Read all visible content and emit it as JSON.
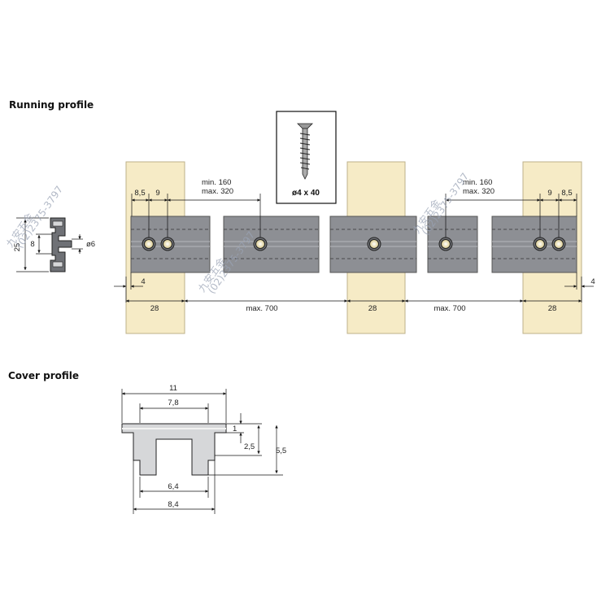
{
  "headings": {
    "running_profile": "Running profile",
    "cover_profile": "Cover profile"
  },
  "screw": {
    "label": "ø4 x 40"
  },
  "running_dims": {
    "spacing_left": "8,5",
    "spacing_left_2": "9",
    "min_left": "min. 160",
    "max_left": "max. 320",
    "min_right": "min. 160",
    "max_right": "max. 320",
    "spacing_right": "9",
    "spacing_right_2": "8,5",
    "offset_left": "4",
    "offset_right": "4",
    "width_1": "28",
    "gap_1": "max. 700",
    "width_2": "28",
    "gap_2": "max. 700",
    "width_3": "28"
  },
  "section_dims": {
    "height": "25",
    "inner": "8",
    "diameter": "ø6"
  },
  "cover_dims": {
    "top_width": "11",
    "inner_top": "7,8",
    "lip": "1",
    "depth": "2,5",
    "total_height": "5,5",
    "inner_bottom": "6,4",
    "outer_bottom": "8,4"
  },
  "watermark": {
    "name": "九安五金",
    "phone": "(02)2375-3797"
  },
  "colors": {
    "wood": "#f6ebc6",
    "profile": "#8d8f94",
    "profile_dark": "#6f7176",
    "cover": "#d6d7d9",
    "line": "#111111",
    "screw_head": "#d9c98a",
    "watermark": "#9aa3b5"
  }
}
